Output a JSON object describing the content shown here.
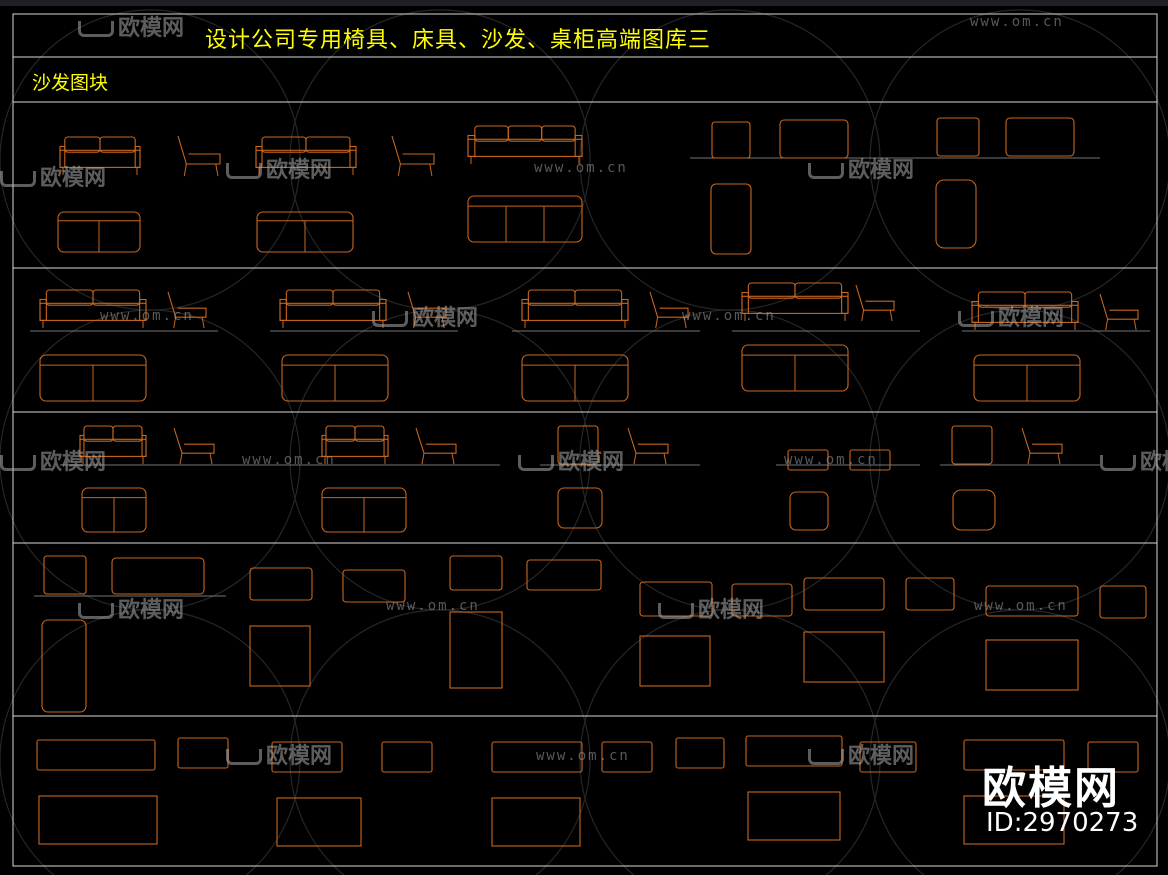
{
  "title": "设计公司专用椅具、床具、沙发、桌柜高端图库三",
  "section_label": "沙发图块",
  "watermark": {
    "url": "www.om.cn",
    "logo": "欧模网"
  },
  "brand": {
    "name": "欧模网",
    "id": "ID:2970273"
  },
  "colors": {
    "background": "#000000",
    "frame": "#d8d8d8",
    "blocks": "#c8661e",
    "title": "#ffff00",
    "watermark": "#8a8a8a"
  }
}
